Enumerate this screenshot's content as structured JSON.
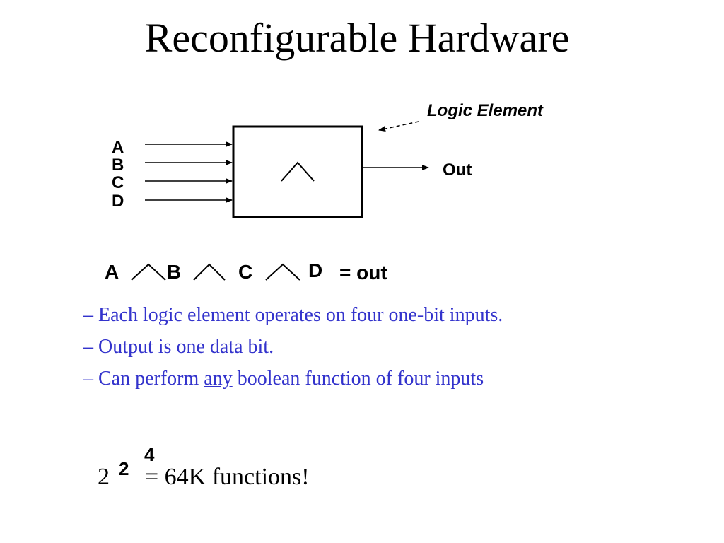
{
  "slide": {
    "title": "Reconfigurable Hardware"
  },
  "diagram": {
    "logic_element_label": "Logic Element",
    "inputs": [
      "A",
      "B",
      "C",
      "D"
    ],
    "output_label": "Out",
    "gate_symbol": "logical-and-wedge",
    "colors": {
      "lines": "#000000",
      "box_fill": "#ffffff"
    }
  },
  "equation": {
    "terms": [
      "A",
      "B",
      "C",
      "D"
    ],
    "operator_symbol": "logical-and-wedge",
    "result": "= out"
  },
  "bullets": [
    {
      "text": "– Each logic element operates on four one-bit inputs."
    },
    {
      "text": "– Output is one data bit."
    },
    {
      "before": "– Can perform ",
      "emphasis": "any",
      "after": " boolean function of four inputs"
    }
  ],
  "formula": {
    "base": "2",
    "exponent": "2",
    "exponent_of_exponent": "4",
    "result": "= 64K functions!"
  },
  "colors": {
    "text": "#000000",
    "bullet_text": "#3333cc",
    "background": "#ffffff"
  }
}
